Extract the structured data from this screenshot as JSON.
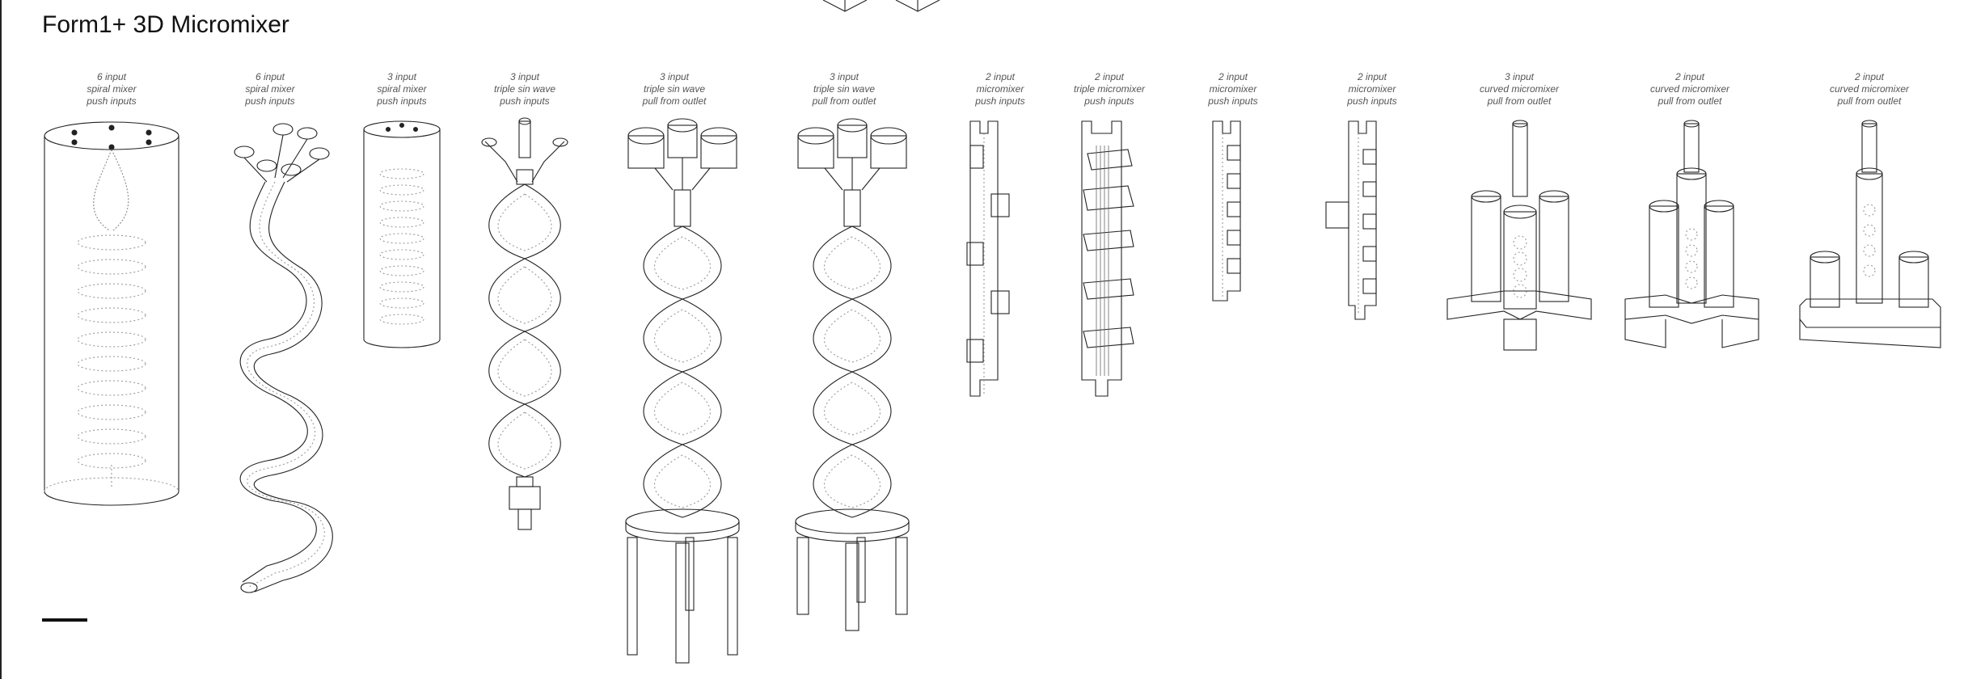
{
  "title": "Form1+ 3D Micromixer",
  "mixers": [
    {
      "lines": [
        "6 input",
        "spiral mixer",
        "push inputs"
      ]
    },
    {
      "lines": [
        "6 input",
        "spiral mixer",
        "push inputs"
      ]
    },
    {
      "lines": [
        "3 input",
        "spiral mixer",
        "push inputs"
      ]
    },
    {
      "lines": [
        "3 input",
        "triple sin wave",
        "push inputs"
      ]
    },
    {
      "lines": [
        "3 input",
        "triple sin wave",
        "pull from outlet"
      ]
    },
    {
      "lines": [
        "3 input",
        "triple sin wave",
        "pull from outlet"
      ]
    },
    {
      "lines": [
        "2 input",
        "micromixer",
        "push inputs"
      ]
    },
    {
      "lines": [
        "2 input",
        "triple micromixer",
        "push inputs"
      ]
    },
    {
      "lines": [
        "2 input",
        "micromixer",
        "push inputs"
      ]
    },
    {
      "lines": [
        "2 input",
        "micromixer",
        "push inputs"
      ]
    },
    {
      "lines": [
        "3 input",
        "curved micromixer",
        "pull from outlet"
      ]
    },
    {
      "lines": [
        "2 input",
        "curved micromixer",
        "pull from outlet"
      ]
    },
    {
      "lines": [
        "2 input",
        "curved micromixer",
        "pull from outlet"
      ]
    }
  ]
}
